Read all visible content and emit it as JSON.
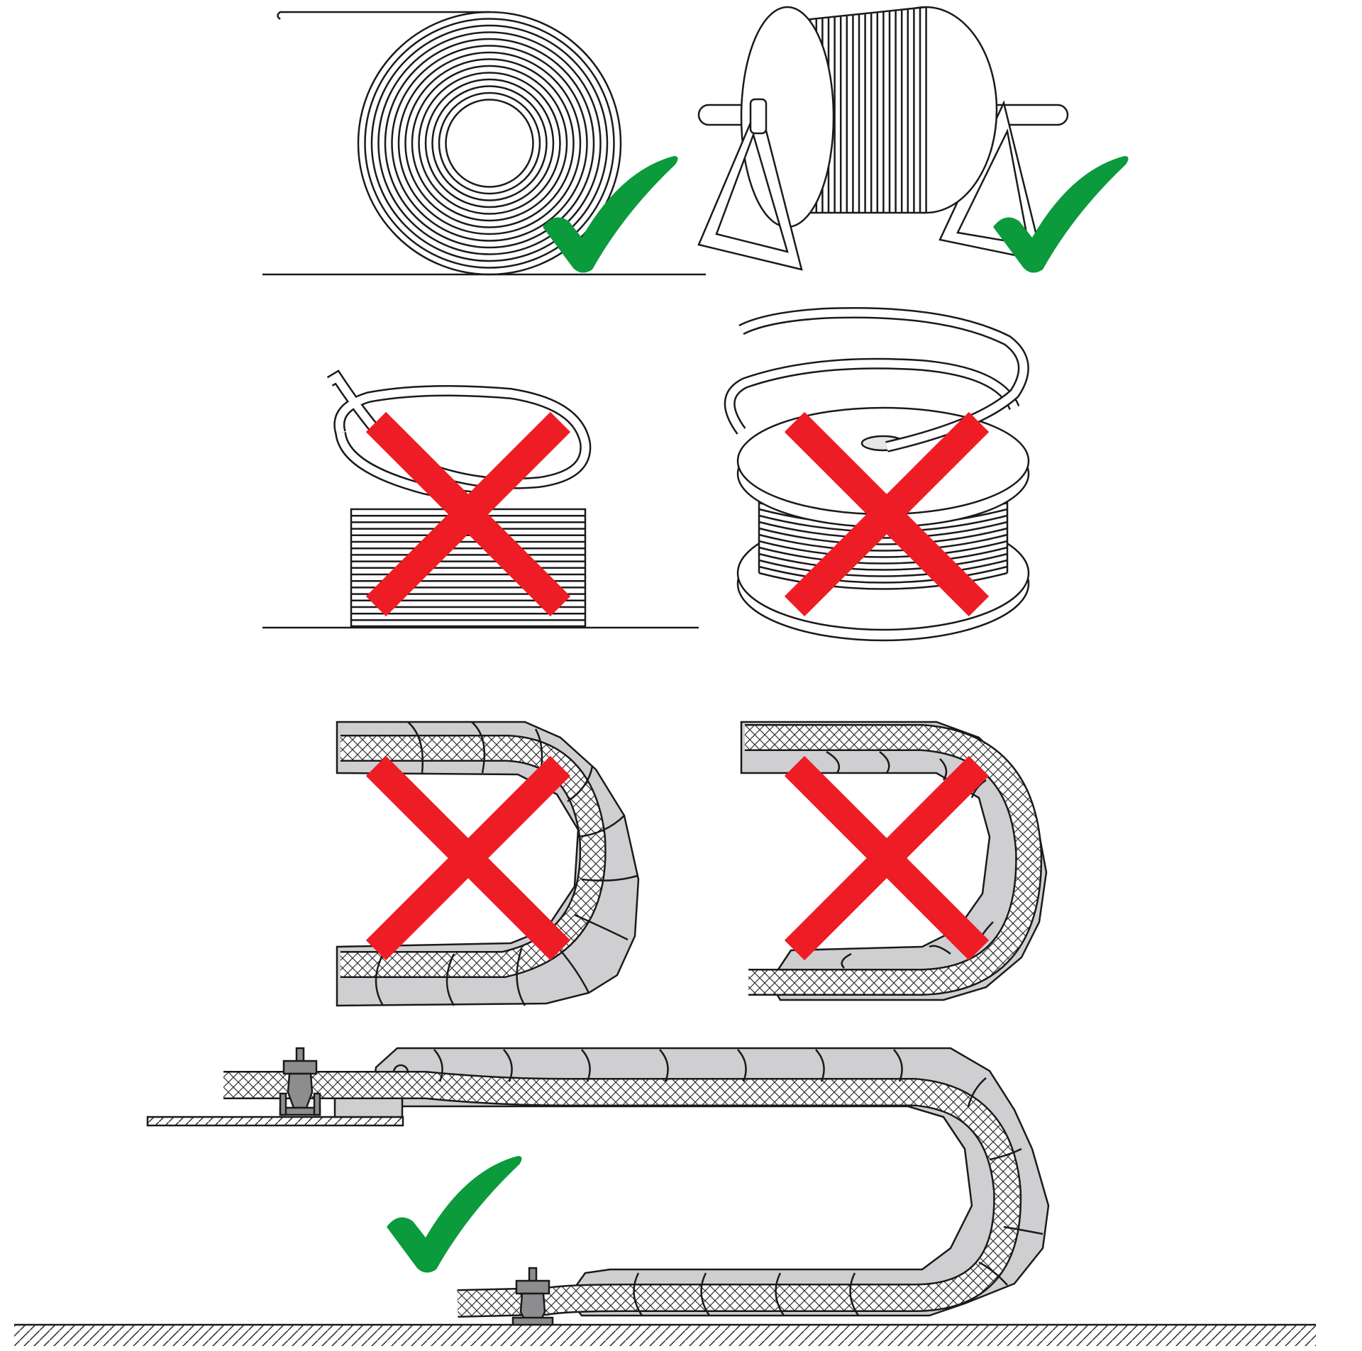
{
  "colors": {
    "ok": "#0b9a3c",
    "bad": "#ee1c25",
    "line": "#1a1a1a",
    "chain": "#cfcfd1",
    "background": "#ffffff"
  },
  "panels": [
    {
      "id": "flat-coil",
      "verdict": "ok",
      "mark_icon": "check-mark-icon"
    },
    {
      "id": "drum-on-stand",
      "verdict": "ok",
      "mark_icon": "check-mark-icon"
    },
    {
      "id": "stacked-coil-loose-end",
      "verdict": "bad",
      "mark_icon": "x-mark-icon"
    },
    {
      "id": "spool-loose-end",
      "verdict": "bad",
      "mark_icon": "x-mark-icon"
    },
    {
      "id": "chain-bend-tight",
      "verdict": "bad",
      "mark_icon": "x-mark-icon"
    },
    {
      "id": "chain-bend-offset",
      "verdict": "bad",
      "mark_icon": "x-mark-icon"
    },
    {
      "id": "chain-routed-correctly",
      "verdict": "ok",
      "mark_icon": "check-mark-icon"
    }
  ]
}
